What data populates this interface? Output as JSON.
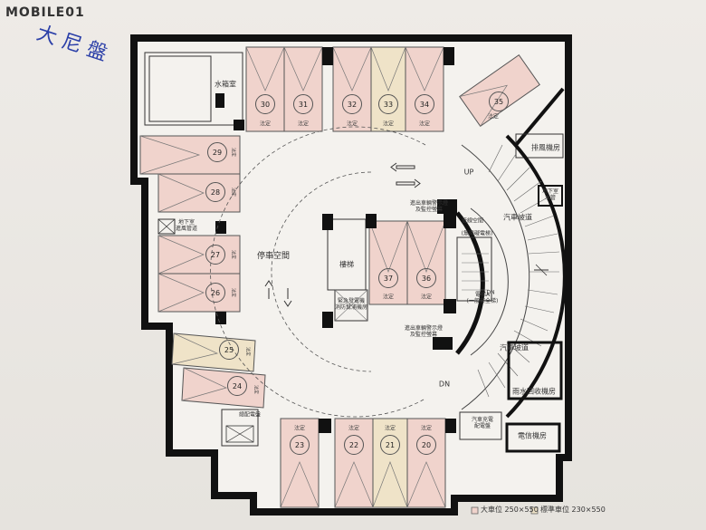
{
  "logo": {
    "text": "MOBILE01"
  },
  "handwriting": {
    "text": "大 尼 盤"
  },
  "rooms": {
    "water_tank": "水箱室",
    "exhaust": "排風機房",
    "parking_space": "停車空間",
    "stairs": "樓梯",
    "ramp_up": "汽車坡道",
    "ramp_down": "汽車坡道",
    "rain_recovery": "雨水回收機房",
    "telecom": "電信機房",
    "meter": "總配電盤",
    "ev_panel": "汽車充電\n配電盤",
    "basement_exhaust": "地下室\n進風管道",
    "fire_shaft": "地下室\n水管",
    "elevator_a": "電梯A\n(一般安全梯)",
    "elevator_hall": "(無障礙電梯)",
    "manage": "管線空間",
    "signal_top": "進出車輛警示燈\n及監控螢幕",
    "signal_bottom": "進出車輛警示燈\n及監控螢幕",
    "sprinkler": "緊急發電機\n消防幫浦機房"
  },
  "labels": {
    "up": "UP",
    "dn": "DN",
    "dn2": "DN",
    "legal": "法定"
  },
  "spaces": [
    "20",
    "21",
    "22",
    "23",
    "24",
    "25",
    "26",
    "27",
    "28",
    "29",
    "30",
    "31",
    "32",
    "33",
    "34",
    "35",
    "36",
    "37"
  ],
  "legend": {
    "large": "大車位 250×550",
    "standard": "標準車位 230×550"
  },
  "colors": {
    "large": "#f0d3cc",
    "standard": "#efe3c8",
    "wall": "#111111",
    "floor": "#f4f2ee"
  }
}
